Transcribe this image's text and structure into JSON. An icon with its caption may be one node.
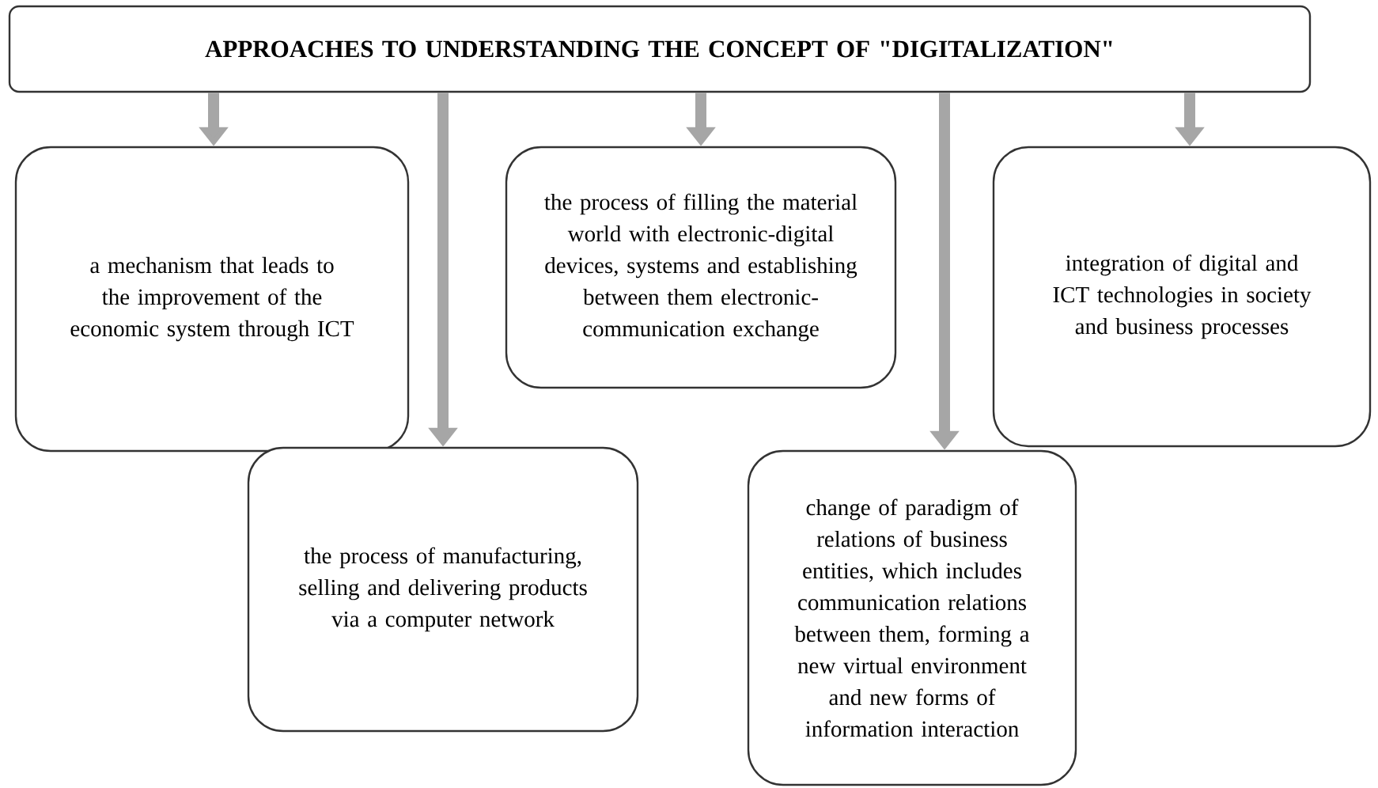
{
  "diagram": {
    "nodes": [
      {
        "text": [
          "APPROACHES TO UNDERSTANDING  THE CONCEPT OF \"DIGITALIZATION\""
        ]
      },
      {
        "text": [
          "a mechanism that leads to the improvement of the economic system through ICT"
        ]
      },
      {
        "text": [
          "the process of filling the material world with electronic-digital devices, systems and establishing between them electronic-communication exchange"
        ]
      },
      {
        "text": [
          "integration of digital and ICT technologies in society and business processes"
        ]
      },
      {
        "text": [
          "the process of manufacturing, selling and delivering products via a computer network"
        ]
      },
      {
        "text": [
          "change of paradigm of relations of business entities, which includes communication relations between them, forming a new virtual environment and new forms of information interaction"
        ]
      }
    ],
    "edges": [
      {
        "from": 0,
        "to": 1,
        "arrow": "to"
      },
      {
        "from": 0,
        "to": 4,
        "arrow": "to"
      },
      {
        "from": 0,
        "to": 2,
        "arrow": "to"
      },
      {
        "from": 0,
        "to": 5,
        "arrow": "to"
      },
      {
        "from": 0,
        "to": 3,
        "arrow": "to"
      }
    ]
  }
}
